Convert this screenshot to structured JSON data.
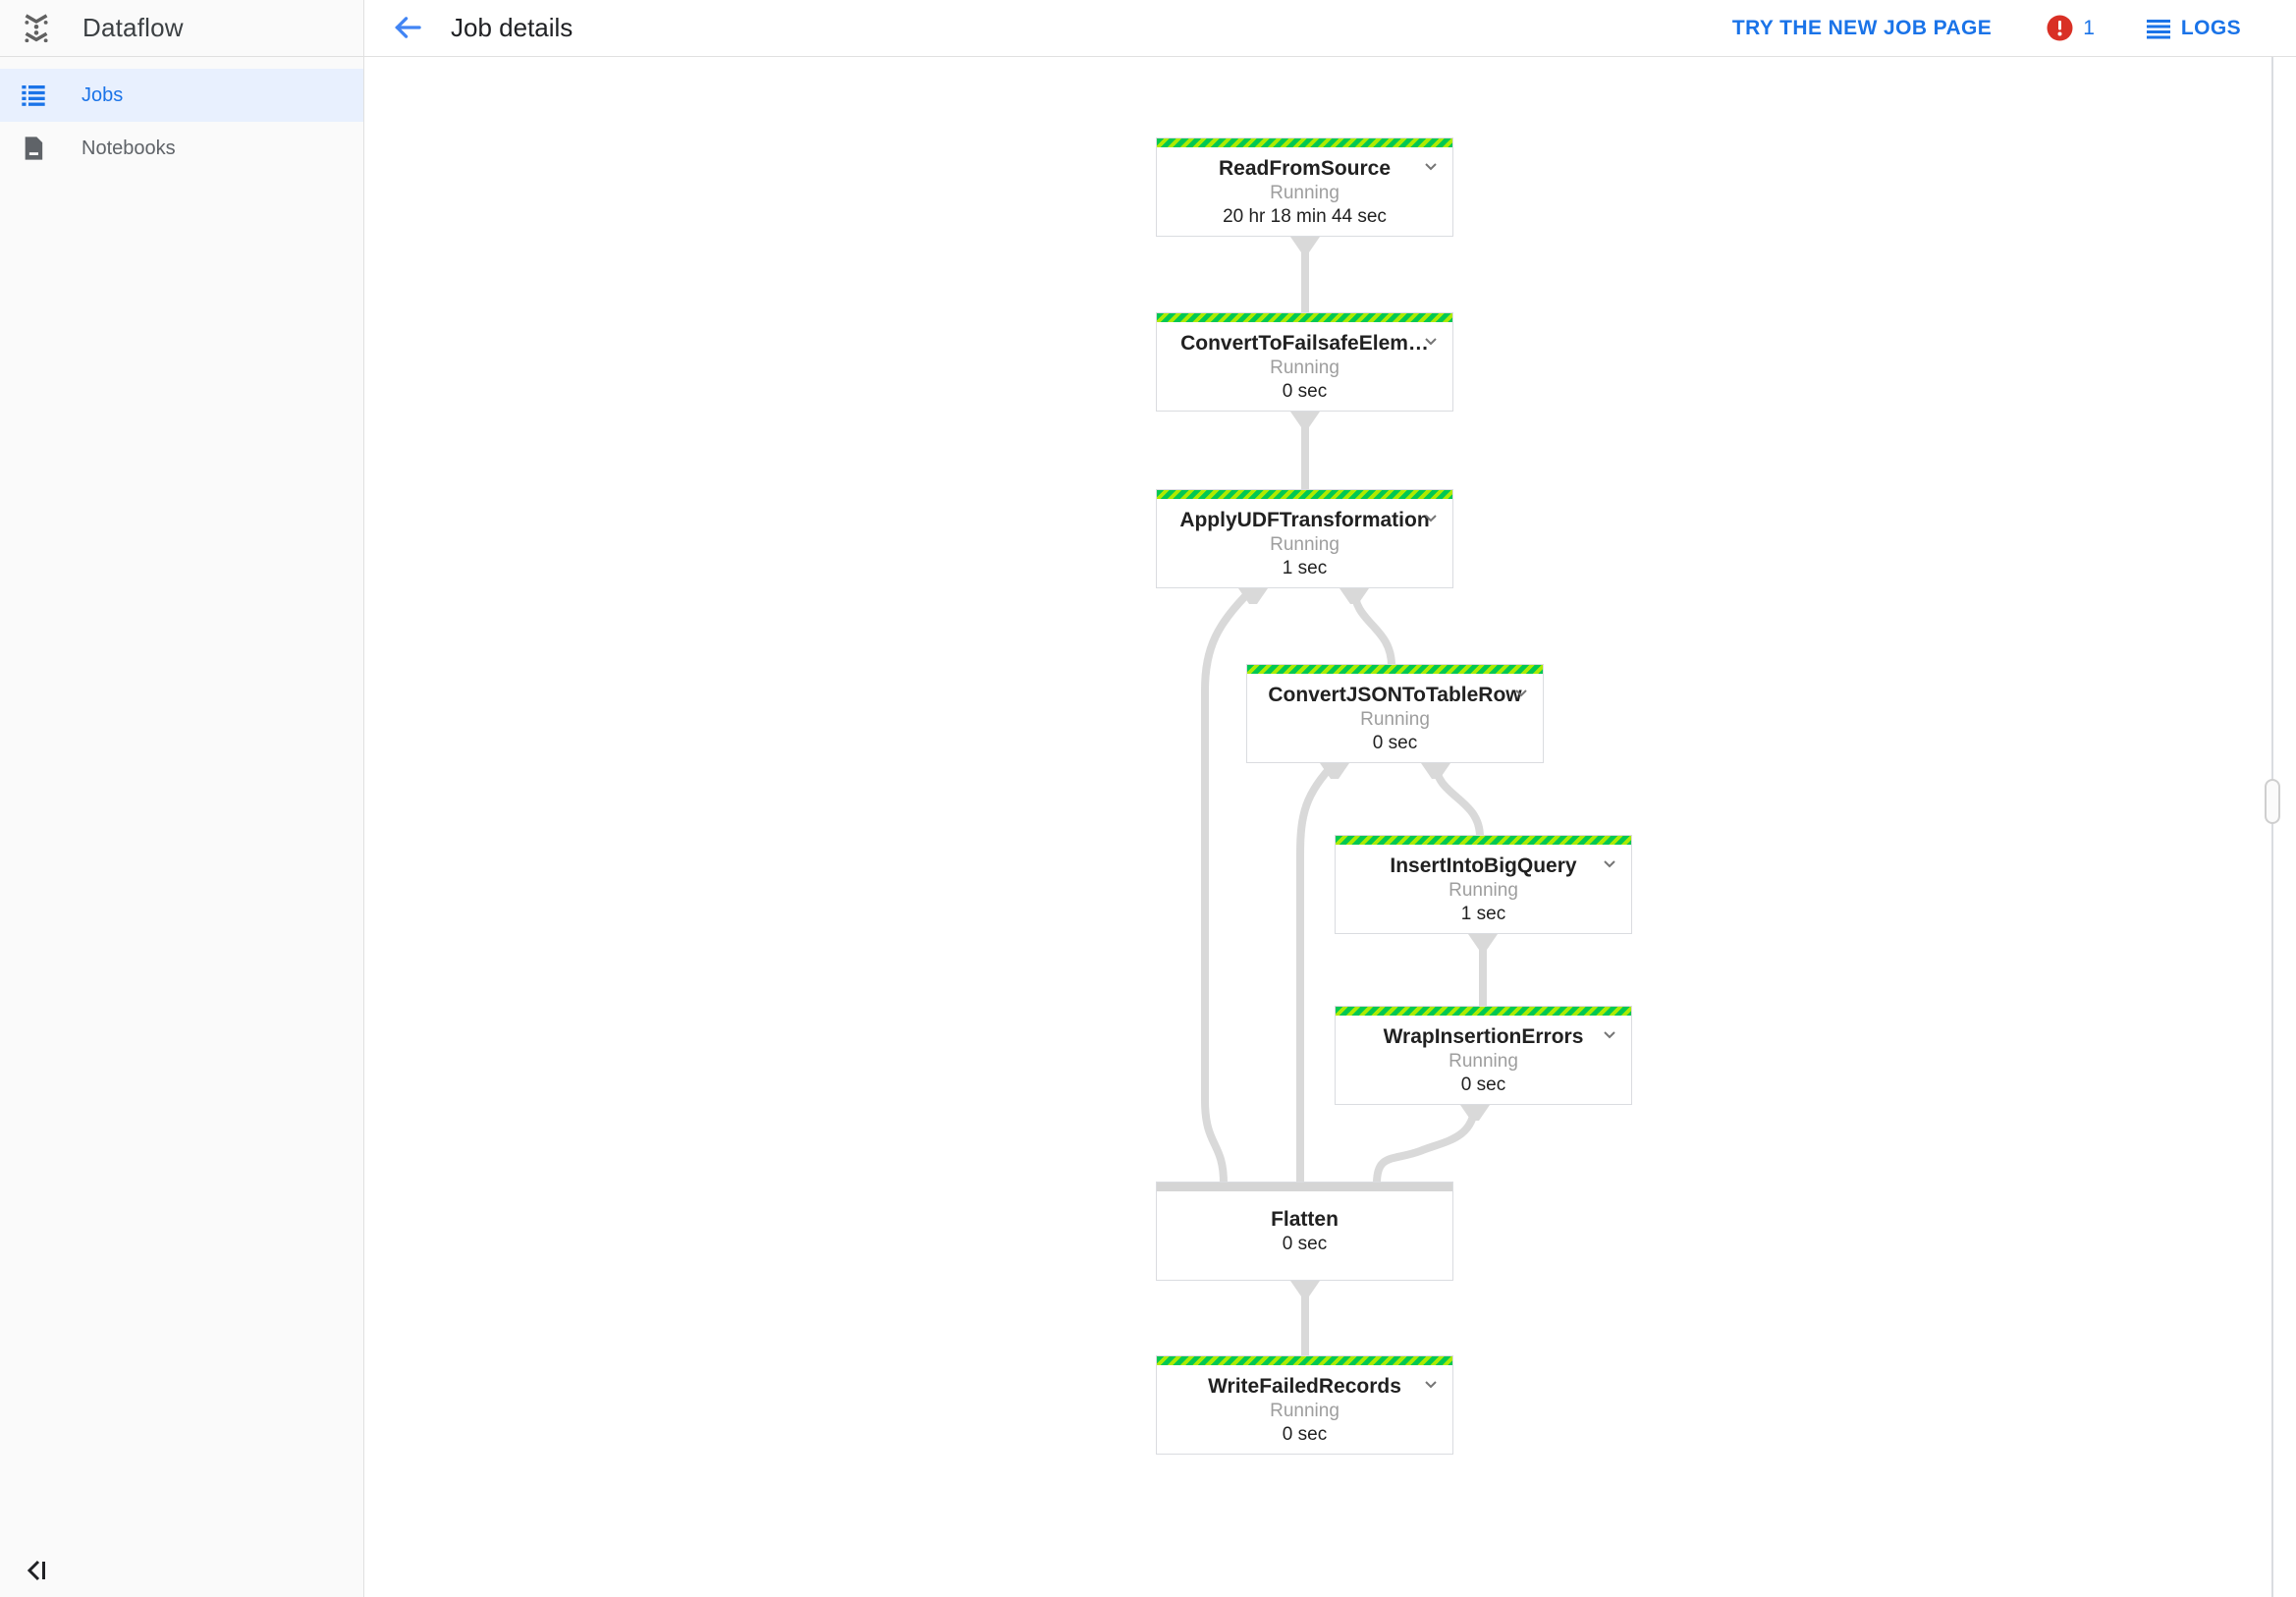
{
  "app": {
    "product": "Dataflow"
  },
  "sidebar": {
    "items": [
      {
        "label": "Jobs",
        "selected": true
      },
      {
        "label": "Notebooks",
        "selected": false
      }
    ]
  },
  "header": {
    "title": "Job details",
    "try_new_job_page_label": "TRY THE NEW JOB PAGE",
    "error_count": "1",
    "logs_label": "LOGS"
  },
  "colors": {
    "accent_blue": "#1a73e8",
    "back_arrow_blue": "#4285f4",
    "error_red": "#d93025",
    "running_stripe_green": "#00c853",
    "running_stripe_lime": "#aeea00",
    "edge_gray": "#d9d9d9",
    "selected_nav_bg": "#e8f0fe"
  },
  "graph": {
    "nodes": [
      {
        "id": "ReadFromSource",
        "title": "ReadFromSource",
        "status": "Running",
        "duration": "20 hr 18 min 44 sec",
        "striped": true
      },
      {
        "id": "ConvertToFailsafeElem",
        "title": "ConvertToFailsafeElem…",
        "status": "Running",
        "duration": "0 sec",
        "striped": true
      },
      {
        "id": "ApplyUDFTransformation",
        "title": "ApplyUDFTransformation",
        "status": "Running",
        "duration": "1 sec",
        "striped": true
      },
      {
        "id": "ConvertJSONToTableRow",
        "title": "ConvertJSONToTableRow",
        "status": "Running",
        "duration": "0 sec",
        "striped": true
      },
      {
        "id": "InsertIntoBigQuery",
        "title": "InsertIntoBigQuery",
        "status": "Running",
        "duration": "1 sec",
        "striped": true
      },
      {
        "id": "WrapInsertionErrors",
        "title": "WrapInsertionErrors",
        "status": "Running",
        "duration": "0 sec",
        "striped": true
      },
      {
        "id": "Flatten",
        "title": "Flatten",
        "status": "",
        "duration": "0 sec",
        "striped": false
      },
      {
        "id": "WriteFailedRecords",
        "title": "WriteFailedRecords",
        "status": "Running",
        "duration": "0 sec",
        "striped": true
      }
    ],
    "edges": [
      {
        "from": "ReadFromSource",
        "to": "ConvertToFailsafeElem…"
      },
      {
        "from": "ConvertToFailsafeElem…",
        "to": "ApplyUDFTransformation"
      },
      {
        "from": "ApplyUDFTransformation",
        "to": "Flatten"
      },
      {
        "from": "ApplyUDFTransformation",
        "to": "ConvertJSONToTableRow"
      },
      {
        "from": "ConvertJSONToTableRow",
        "to": "Flatten"
      },
      {
        "from": "ConvertJSONToTableRow",
        "to": "InsertIntoBigQuery"
      },
      {
        "from": "InsertIntoBigQuery",
        "to": "WrapInsertionErrors"
      },
      {
        "from": "WrapInsertionErrors",
        "to": "Flatten"
      },
      {
        "from": "Flatten",
        "to": "WriteFailedRecords"
      }
    ]
  }
}
